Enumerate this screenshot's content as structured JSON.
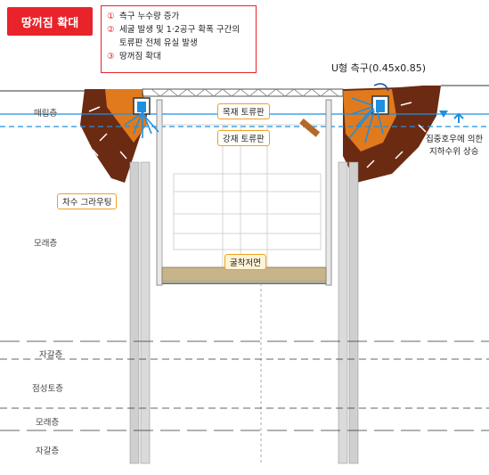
{
  "title": "땅꺼짐 확대",
  "legend": [
    {
      "num": "①",
      "lines": [
        "측구 누수량 증가"
      ]
    },
    {
      "num": "②",
      "lines": [
        "세굴 발생 및 1·2공구 확폭 구간의",
        "토류판 전체 유실 발생"
      ]
    },
    {
      "num": "③",
      "lines": [
        "땅꺼짐 확대"
      ]
    }
  ],
  "labels": {
    "u_ditch": "U형 측구(0.45x0.85)",
    "wood_panel": "목재 토류판",
    "steel_panel": "강재 토류판",
    "groundwater": "집중호우에 의한",
    "groundwater2": "지하수위 상승",
    "grouting": "차수 그라우팅",
    "excavation": "굴착저면"
  },
  "layers": {
    "fill": "매립층",
    "sand1": "모래층",
    "gravel1": "자갈층",
    "clay": "점성토층",
    "sand2": "모래층",
    "gravel2": "자갈층"
  },
  "colors": {
    "accent_red": "#e8232a",
    "soil_dark": "#6b2a12",
    "soil_orange": "#e07a1c",
    "water_blue": "#1f8fe0",
    "tag_border": "#f0a020"
  }
}
